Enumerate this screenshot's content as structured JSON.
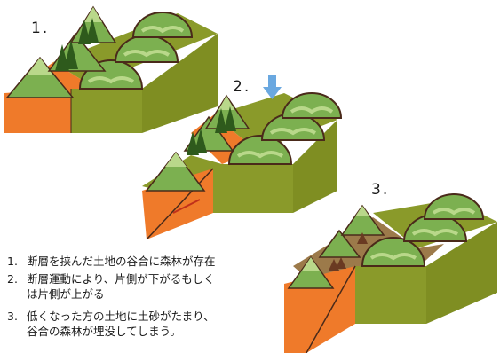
{
  "steps": [
    {
      "label": "1."
    },
    {
      "label": "2."
    },
    {
      "label": "3."
    }
  ],
  "captions": [
    {
      "num": "1.",
      "lines": [
        "断層を挟んだ土地の谷合に森林が存在"
      ]
    },
    {
      "num": "2.",
      "lines": [
        "断層運動により、片側が下がるもしく",
        "は片側が上がる"
      ]
    },
    {
      "num": "3.",
      "lines": [
        "低くなった方の土地に土砂がたまり、",
        "谷合の森林が埋没してしまう。"
      ]
    }
  ],
  "colors": {
    "olive": "#8a9a2a",
    "olive_dark": "#6f7e1c",
    "orange": "#ef7a2a",
    "orange_dark": "#d9641a",
    "hill_green": "#7cb050",
    "hill_light": "#b9d88a",
    "outline": "#4a2a1a",
    "sediment": "#9c7a4a",
    "arrow": "#6aa8e0"
  }
}
